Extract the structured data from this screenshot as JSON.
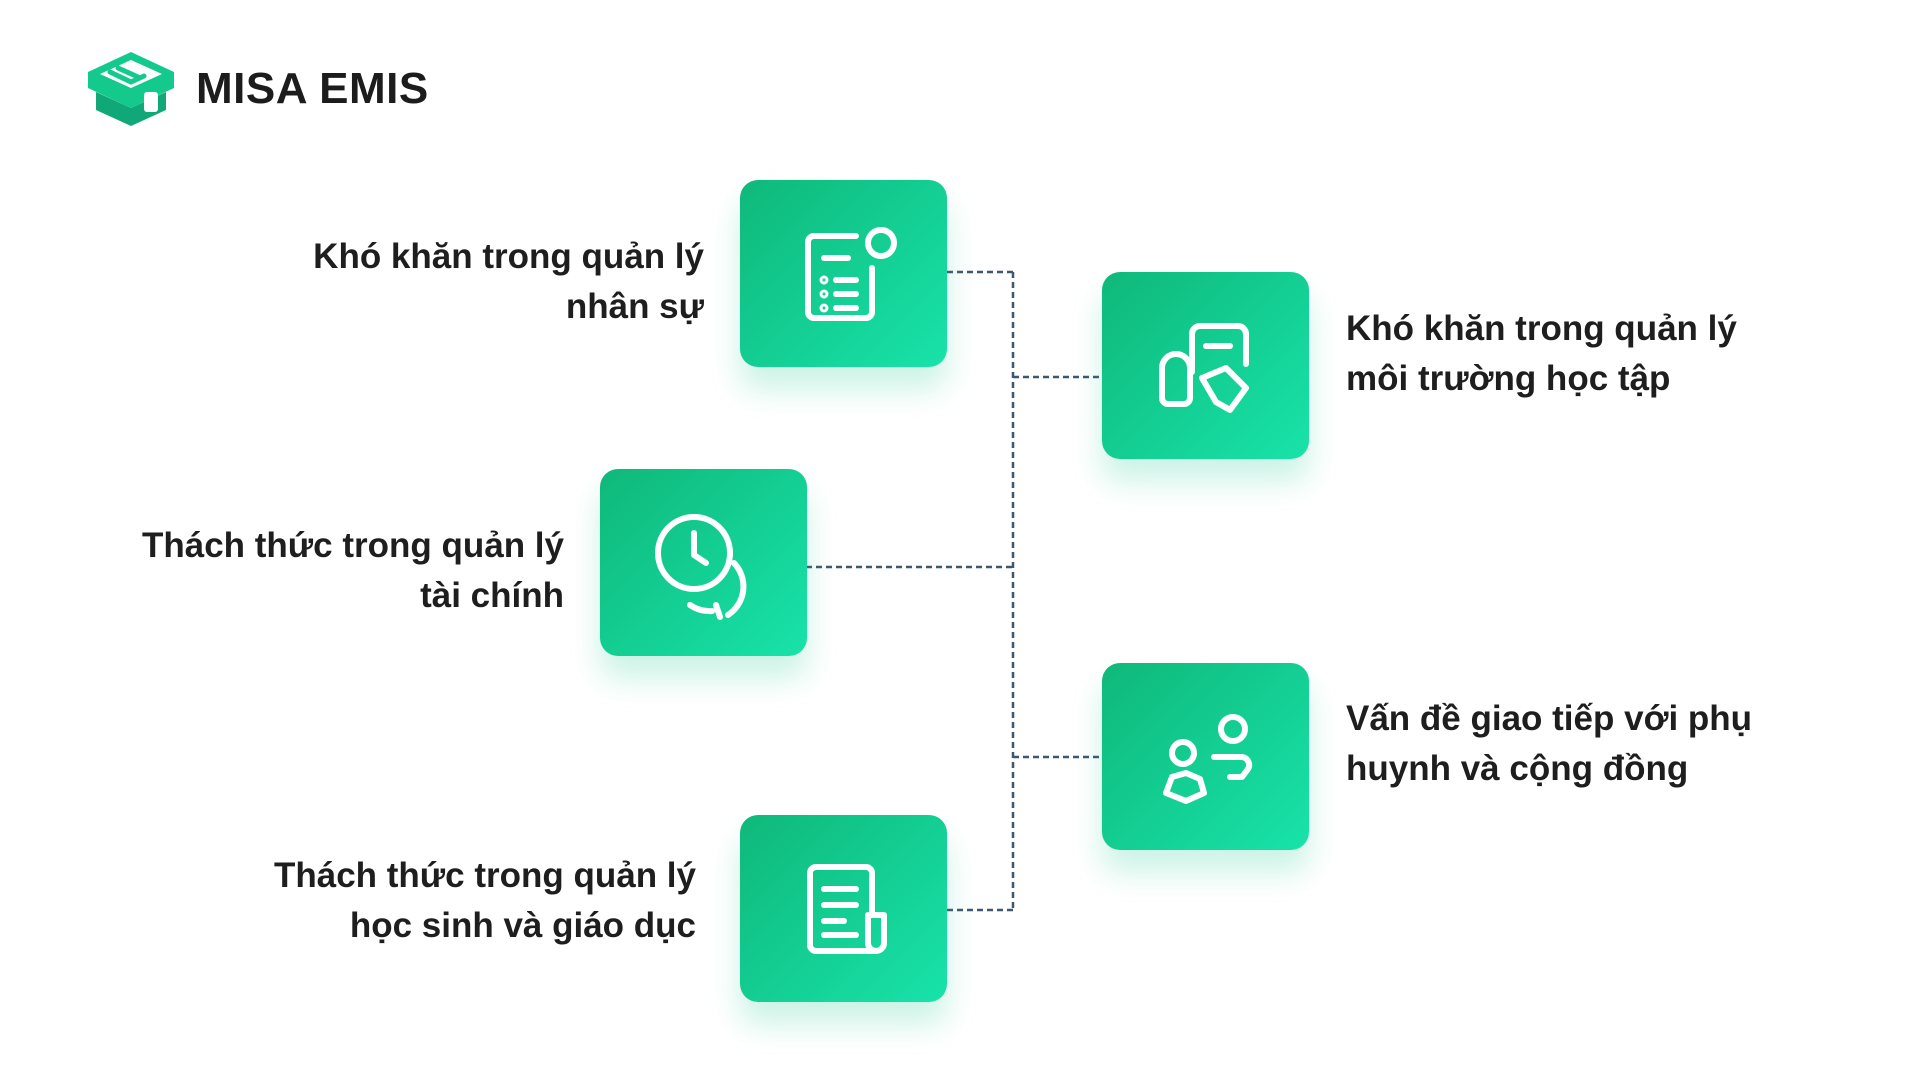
{
  "brand": {
    "name": "MISA EMIS",
    "color": "#13c98c"
  },
  "items": [
    {
      "id": "hr",
      "icon": "task-list-icon",
      "lines": [
        "Khó khăn trong quản lý",
        "nhân sự"
      ]
    },
    {
      "id": "finance",
      "icon": "clock-cycle-icon",
      "lines": [
        "Thách thức trong quản lý",
        "tài chính"
      ]
    },
    {
      "id": "students",
      "icon": "document-scroll-icon",
      "lines": [
        "Thách thức trong quản lý",
        "học sinh và giáo dục"
      ]
    },
    {
      "id": "environment",
      "icon": "tools-tag-icon",
      "lines": [
        "Khó khăn trong quản lý",
        "môi trường học tập"
      ]
    },
    {
      "id": "communication",
      "icon": "people-community-icon",
      "lines": [
        "Vấn đề giao tiếp với phụ",
        "huynh và cộng đồng"
      ]
    }
  ],
  "colors": {
    "card_start": "#0fb87a",
    "card_end": "#18e3aa",
    "connector": "#3f5670",
    "text": "#1e1e1e"
  }
}
